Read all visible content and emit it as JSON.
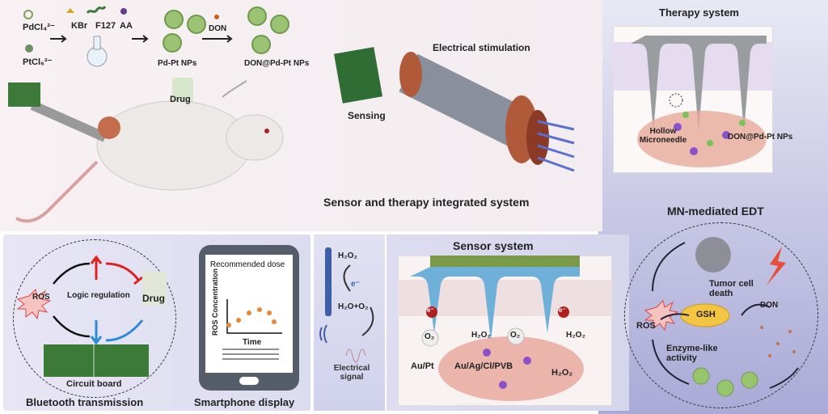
{
  "synthesis": {
    "precursor1": "PdCl₄²⁻",
    "precursor2": "PtCl₆²⁻",
    "reagent1": "KBr",
    "reagent2": "F127",
    "reagent3": "AA",
    "product": "Pd-Pt NPs",
    "loading": "DON",
    "loaded_product": "DON@Pd-Pt NPs",
    "drug": "Drug"
  },
  "device": {
    "electrical_stimulation": "Electrical stimulation",
    "sensing": "Sensing",
    "title": "Sensor and therapy integrated system"
  },
  "therapy": {
    "title": "Therapy system",
    "label_needle": "Hollow Microneedle",
    "label_np": "DON@Pd-Pt NPs"
  },
  "edt": {
    "title": "MN-mediated EDT",
    "tumor": "Tumor cell death",
    "don": "DON",
    "gsh": "GSH",
    "ros": "ROS",
    "enzyme": "Enzyme-like activity"
  },
  "bluetooth": {
    "ros": "ROS",
    "logic": "Logic regulation",
    "drug": "Drug",
    "board": "Circuit board",
    "title": "Bluetooth transmission"
  },
  "phone": {
    "header": "Recommended dose",
    "ylabel": "ROS Concentration",
    "xlabel": "Time",
    "title": "Smartphone display"
  },
  "signal": {
    "h2o2": "H₂O₂",
    "electron": "e⁻",
    "products": "H₂O+O₂",
    "label": "Electrical signal"
  },
  "sensor": {
    "title": "Sensor system",
    "o2a": "O₂",
    "o2b": "O₂",
    "h2o2a": "H₂O₂",
    "h2o2b": "H₂O₂",
    "h2o2c": "H₂O₂",
    "e1": "e⁻",
    "e2": "e⁻",
    "aupt": "Au/Pt",
    "auag": "Au/Ag/Cl/PVB"
  }
}
